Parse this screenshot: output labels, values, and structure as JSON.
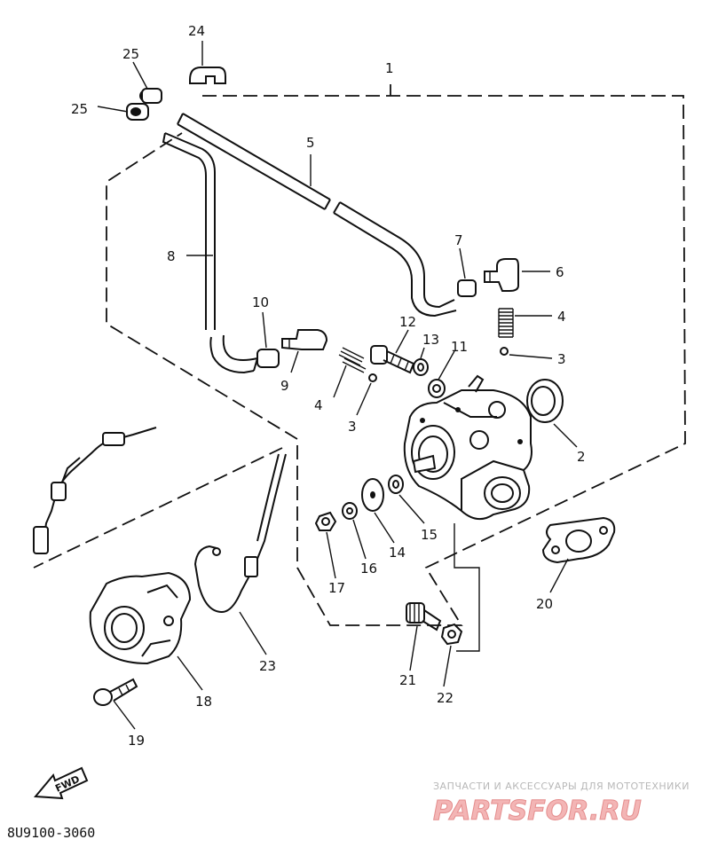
{
  "callouts": {
    "c1": "1",
    "c2": "2",
    "c3a": "3",
    "c3b": "3",
    "c4a": "4",
    "c4b": "4",
    "c5": "5",
    "c6": "6",
    "c7": "7",
    "c8": "8",
    "c9": "9",
    "c10": "10",
    "c11": "11",
    "c12": "12",
    "c13": "13",
    "c14": "14",
    "c15": "15",
    "c16": "16",
    "c17": "17",
    "c18": "18",
    "c19": "19",
    "c20": "20",
    "c21": "21",
    "c22": "22",
    "c23": "23",
    "c24": "24",
    "c25a": "25",
    "c25b": "25"
  },
  "fwd_label": "FWD",
  "diagram_code": "8U9100-3060",
  "watermark": {
    "tagline": "ЗАПЧАСТИ И АКСЕССУАРЫ ДЛЯ МОТОТЕХНИКИ",
    "logo": "PARTSFOR.RU",
    "color": "#e48d8d"
  }
}
